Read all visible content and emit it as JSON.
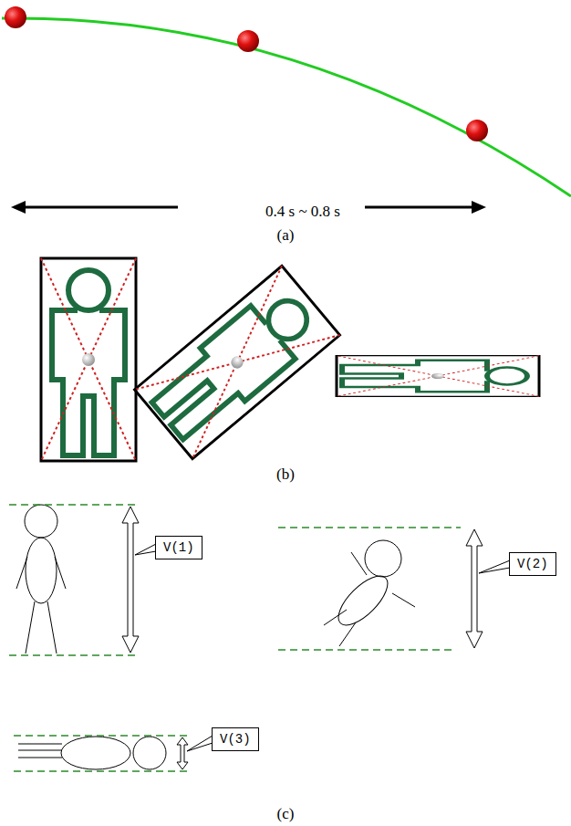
{
  "diagram": {
    "nodes": [
      {
        "text": [
          "V(1)"
        ]
      },
      {
        "text": [
          "V(2)"
        ]
      },
      {
        "text": [
          "V(3)"
        ]
      }
    ],
    "labels": [
      "0.4 s ~ 0.8 s",
      "(a)",
      "(b)",
      "(c)"
    ]
  }
}
